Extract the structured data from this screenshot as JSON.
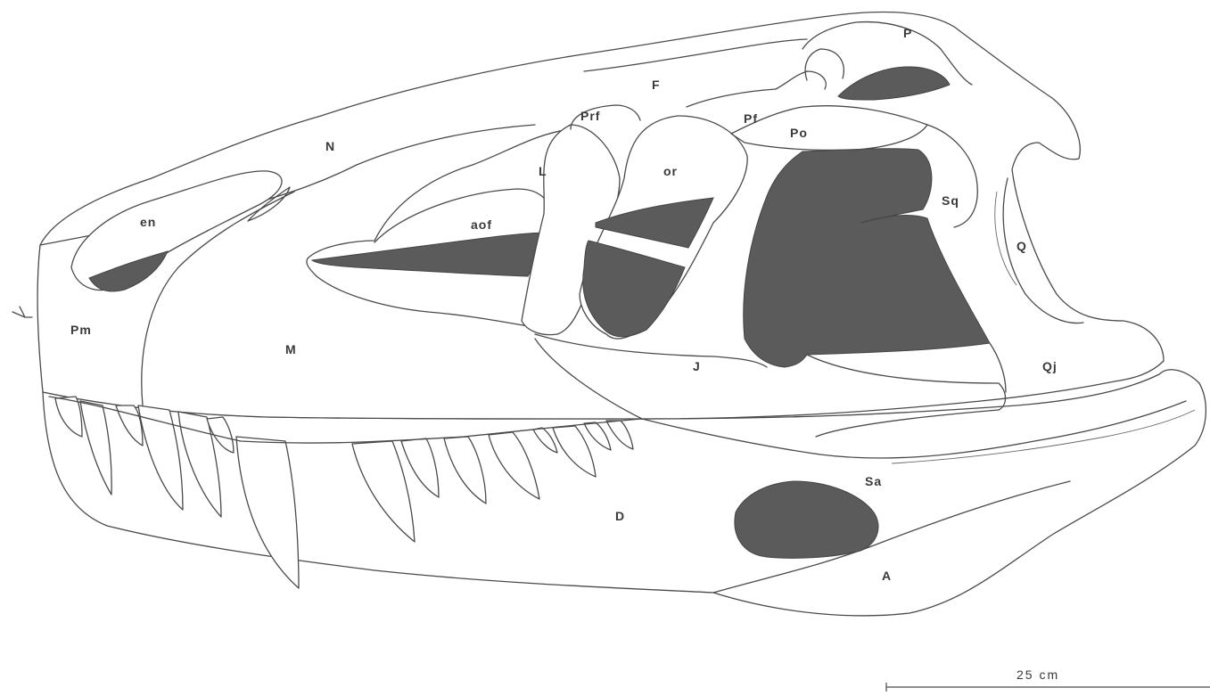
{
  "labels": {
    "P": "P",
    "F": "F",
    "Pf": "Pf",
    "Prf": "Prf",
    "Po": "Po",
    "N": "N",
    "L": "L",
    "or": "or",
    "en": "en",
    "aof": "aof",
    "Sq": "Sq",
    "Q": "Q",
    "Pm": "Pm",
    "M": "M",
    "J": "J",
    "Qj": "Qj",
    "Sa": "Sa",
    "D": "D",
    "A": "A"
  },
  "scale_bar": {
    "label": "25 cm"
  },
  "colors": {
    "fenestra": "#5b5b5b",
    "line": "#4a4a4a"
  }
}
